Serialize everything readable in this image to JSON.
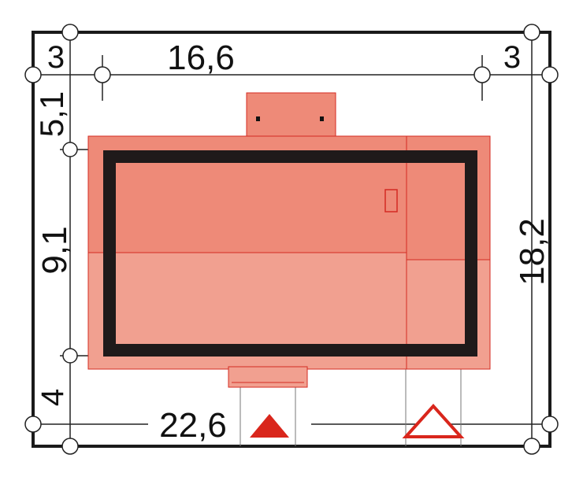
{
  "dimensions": {
    "top_left_offset": "3",
    "top_span": "16,6",
    "top_right_offset": "3",
    "left_upper": "5,1",
    "left_middle": "9,1",
    "left_lower": "4",
    "right_total": "18,2",
    "bottom_total": "22,6"
  },
  "colors": {
    "plot_border": "#1a1a1a",
    "building_fill": "#ee8a78",
    "building_fill_light": "#f1a090",
    "building_edge": "#d42b22",
    "walls": "#1f1a1a",
    "entrance_marker": "#d9261c",
    "dimension_line": "#222222"
  },
  "icons": {
    "main_entrance": "filled-triangle-icon",
    "garage_entrance": "outline-triangle-icon",
    "dimension_node": "circle-node-icon"
  }
}
